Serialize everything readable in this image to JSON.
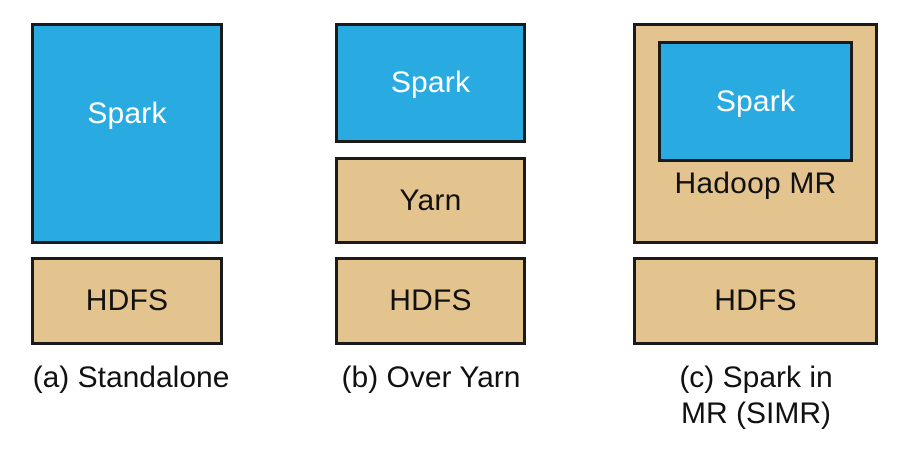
{
  "figure": {
    "background_color": "#ffffff",
    "border_color": "#1a1a1a",
    "spark_color": "#29abe2",
    "hadoop_color": "#e3c48e",
    "light_text_color": "#ffffff",
    "dark_text_color": "#111111"
  },
  "panels": [
    {
      "id": "a",
      "caption": "(a) Standalone",
      "boxes": [
        {
          "label": "Spark",
          "fill": "spark"
        },
        {
          "label": "HDFS",
          "fill": "hadoop"
        }
      ]
    },
    {
      "id": "b",
      "caption": "(b) Over Yarn",
      "boxes": [
        {
          "label": "Spark",
          "fill": "spark"
        },
        {
          "label": "Yarn",
          "fill": "hadoop"
        },
        {
          "label": "HDFS",
          "fill": "hadoop"
        }
      ]
    },
    {
      "id": "c",
      "caption": "(c) Spark in\nMR (SIMR)",
      "boxes": [
        {
          "label": "Hadoop MR",
          "fill": "hadoop",
          "inner": {
            "label": "Spark",
            "fill": "spark"
          }
        },
        {
          "label": "HDFS",
          "fill": "hadoop"
        }
      ]
    }
  ]
}
